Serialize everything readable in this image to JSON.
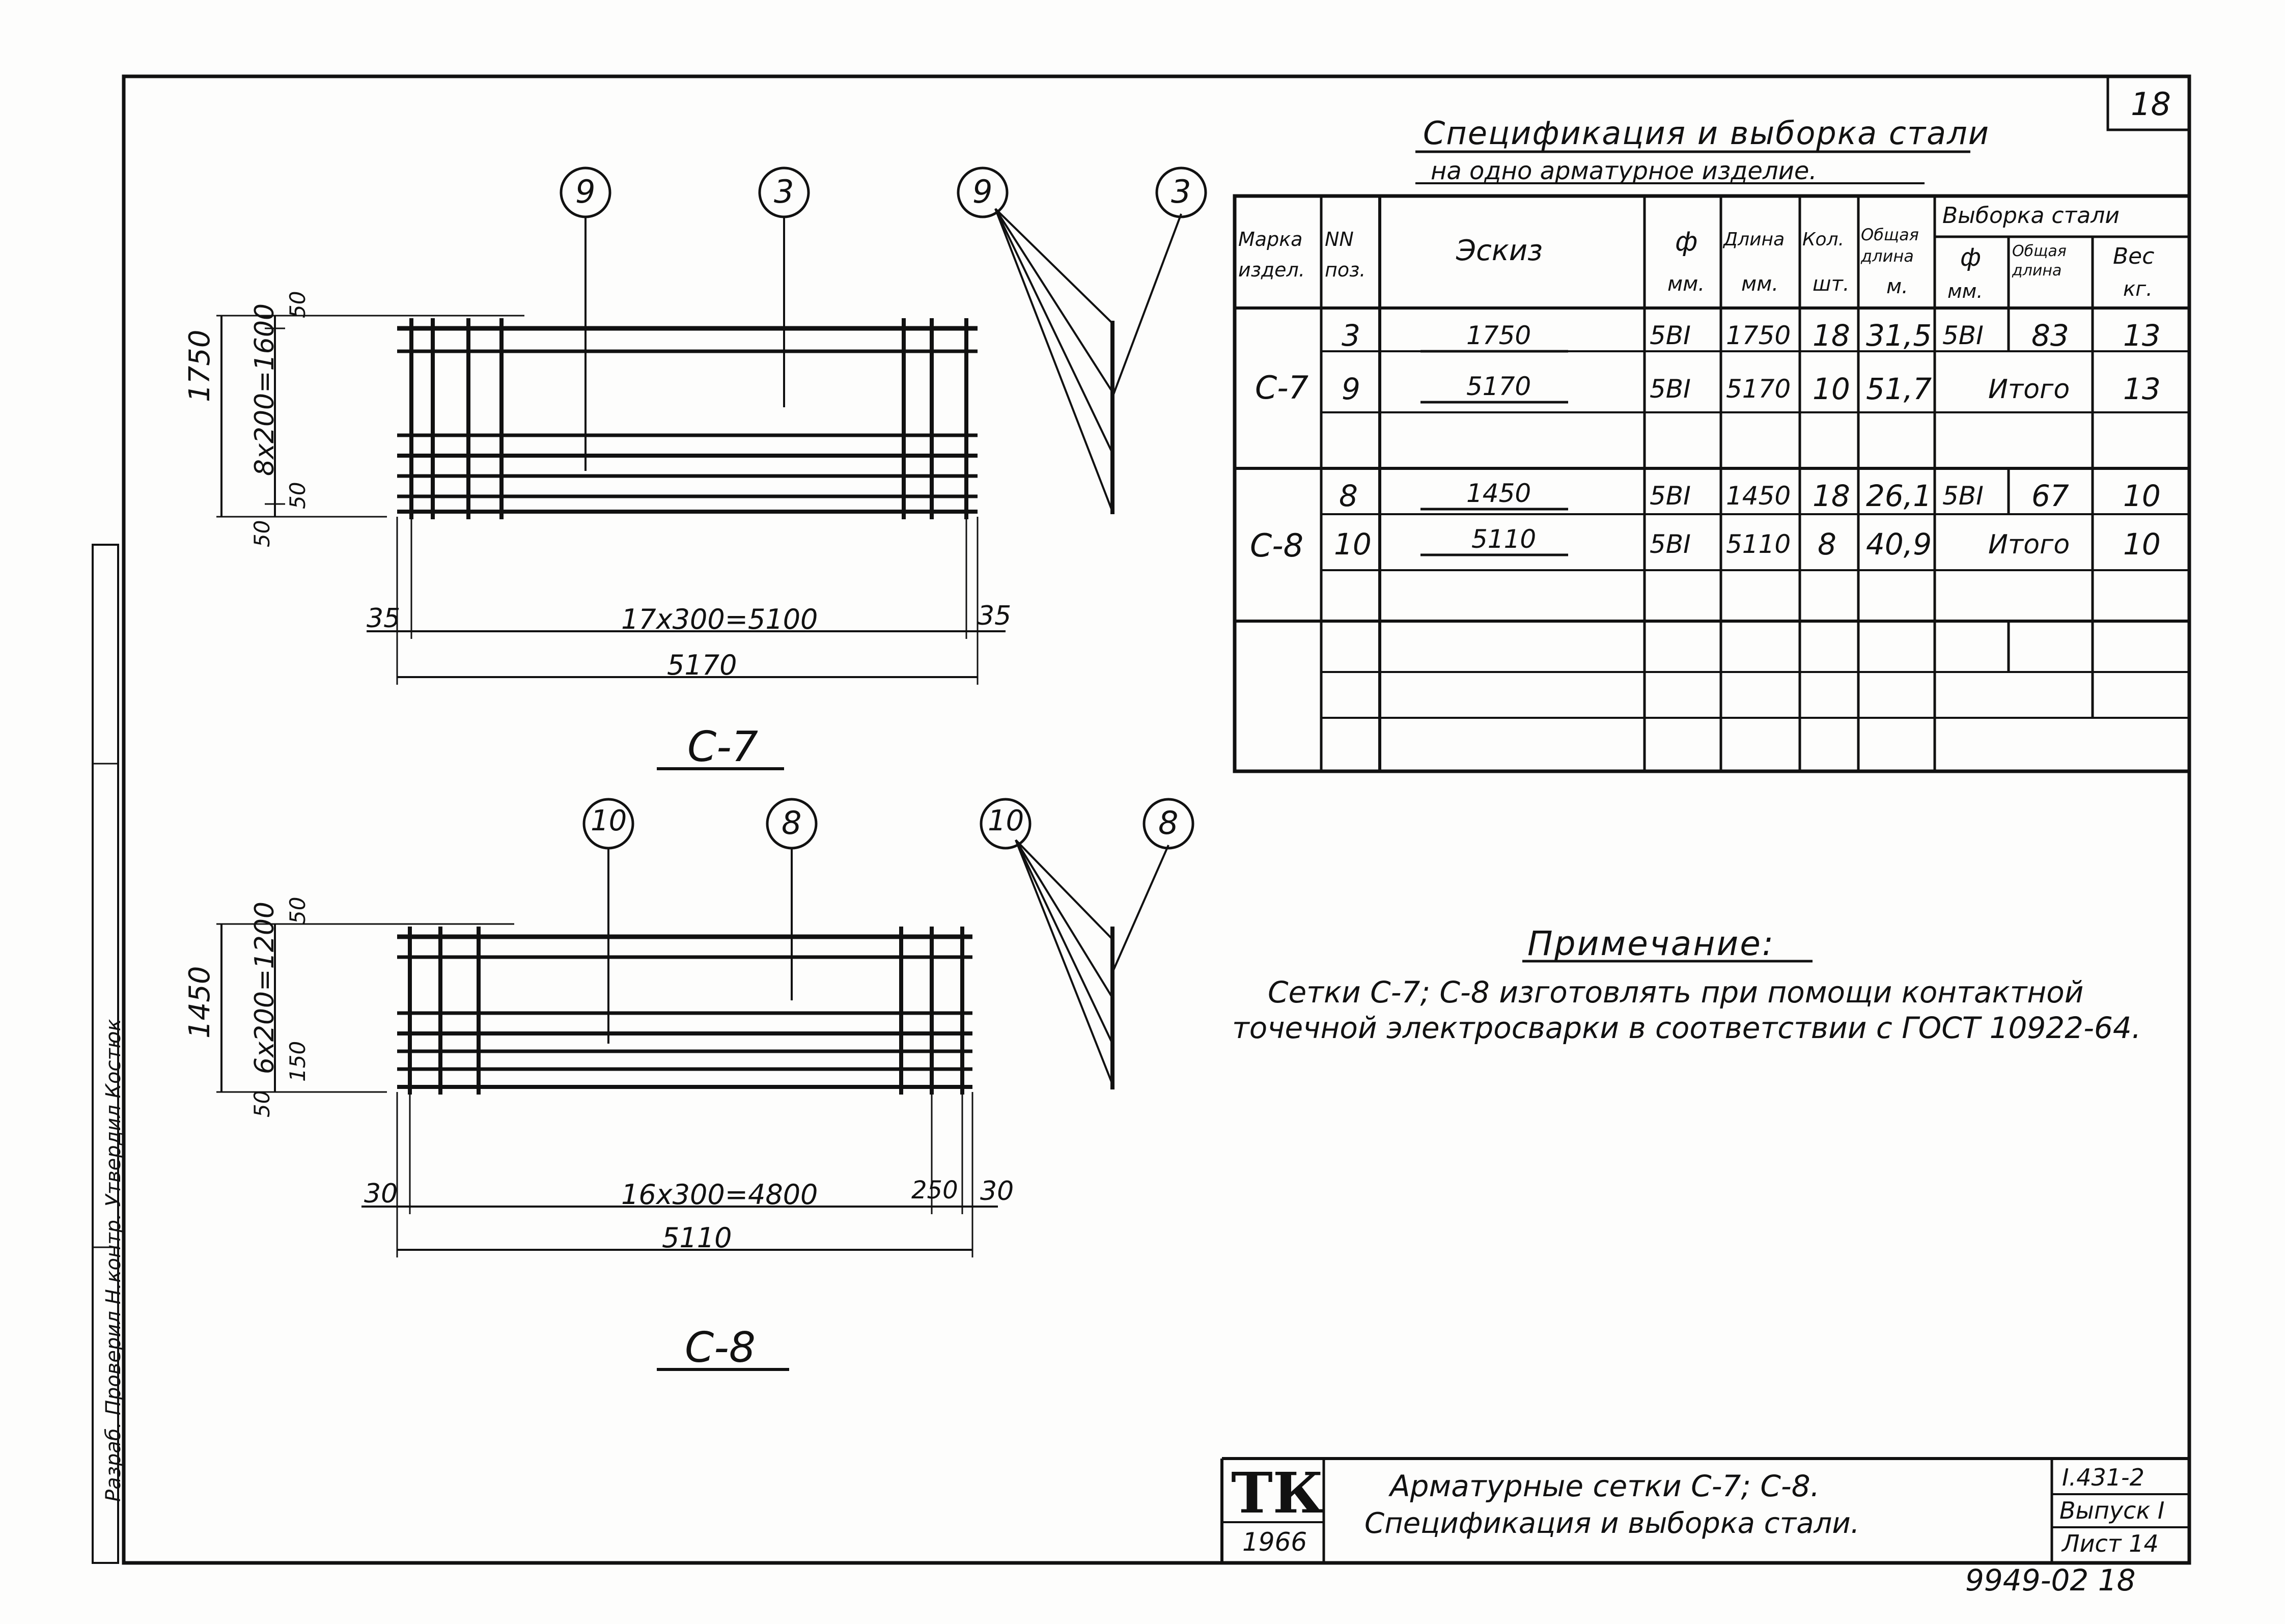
{
  "sheet_number": "18",
  "table": {
    "title": "Спецификация и выборка стали",
    "subtitle": "на одно арматурное изделие.",
    "headers": {
      "mark": "Марка издел.",
      "pos": "NN поз.",
      "sketch": "Эскиз",
      "dia": "ф",
      "dia_unit": "мм.",
      "length": "Длина",
      "length_unit": "мм.",
      "count": "Кол.",
      "count_unit": "шт.",
      "total_len": "Общая длина",
      "total_len_unit": "м.",
      "selection": "Выборка стали",
      "sel_dia": "ф",
      "sel_dia_unit": "мм.",
      "sel_total": "Общая длина",
      "weight": "Вес",
      "weight_unit": "кг."
    },
    "groups": [
      {
        "mark": "С-7",
        "rows": [
          {
            "pos": "3",
            "sketch": "1750",
            "dia": "5BI",
            "length": "1750",
            "count": "18",
            "total": "31,5",
            "sel_dia": "5BI",
            "sel_total": "83",
            "weight": "13"
          },
          {
            "pos": "9",
            "sketch": "5170",
            "dia": "5BI",
            "length": "5170",
            "count": "10",
            "total": "51,7",
            "sel_dia": "",
            "sel_total": "Итого",
            "weight": "13"
          }
        ]
      },
      {
        "mark": "С-8",
        "rows": [
          {
            "pos": "8",
            "sketch": "1450",
            "dia": "5BI",
            "length": "1450",
            "count": "18",
            "total": "26,1",
            "sel_dia": "5BI",
            "sel_total": "67",
            "weight": "10"
          },
          {
            "pos": "10",
            "sketch": "5110",
            "dia": "5BI",
            "length": "5110",
            "count": "8",
            "total": "40,9",
            "sel_dia": "",
            "sel_total": "Итого",
            "weight": "10"
          }
        ]
      }
    ]
  },
  "note": {
    "title": "Примечание:",
    "line1": "Сетки С-7; С-8 изготовлять при помощи контактной",
    "line2": "точечной электросварки в соответствии с ГОСТ 10922-64."
  },
  "drawings": {
    "c7": {
      "label": "С-7",
      "pos_a": "9",
      "pos_b": "3",
      "height_dim": "1750",
      "inner_dim": "8x200=1600",
      "top_edge": "50",
      "bottom_edge": "50",
      "bottom_edge2": "50",
      "span_dim": "17x300=5100",
      "left_edge": "35",
      "right_edge": "35",
      "total_dim": "5170"
    },
    "c8": {
      "label": "С-8",
      "pos_a": "10",
      "pos_b": "8",
      "height_dim": "1450",
      "inner_dim": "6x200=1200",
      "top_edge": "50",
      "bottom_edge": "50",
      "bottom_edge2": "150",
      "span_dim": "16x300=4800",
      "left_edge": "30",
      "right_edge": "30",
      "right_extra": "250",
      "total_dim": "5110"
    }
  },
  "title_block": {
    "logo": "ТК",
    "year": "1966",
    "title_line1": "Арматурные сетки С-7; С-8.",
    "title_line2": "Спецификация и выборка стали.",
    "code": "I.431-2",
    "issue": "Выпуск I",
    "sheet": "Лист 14"
  },
  "footer_number": "9949-02  18",
  "side_stamp": "Разраб.  Проверил  Н.контр.  Утвердил  Костюк"
}
